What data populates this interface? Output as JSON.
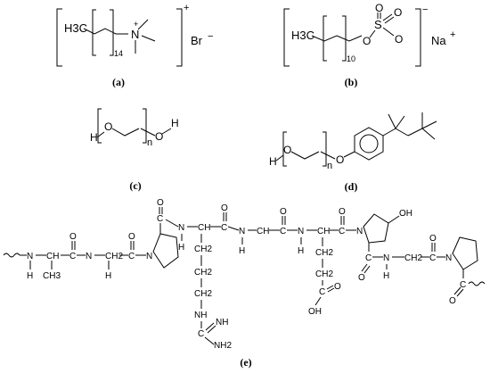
{
  "panels": {
    "a": {
      "label": "(a)",
      "ch3": "H3C",
      "repeat": "14",
      "nitrogen": "N",
      "nplus": "+",
      "outer_plus": "+",
      "counterion": "Br",
      "counter_charge": "−"
    },
    "b": {
      "label": "(b)",
      "ch3": "H3C",
      "repeat": "10",
      "o_link": "O",
      "sulfur": "S",
      "o_top1": "O",
      "o_top2": "O",
      "o_minus": "O",
      "charge": "−",
      "counterion": "Na",
      "counter_charge": "+"
    },
    "c": {
      "label": "(c)",
      "h_left": "H",
      "o_left": "O",
      "n": "n",
      "o_right": "O",
      "h_right": "H"
    },
    "d": {
      "label": "(d)",
      "h_left": "H",
      "o_left": "O",
      "n": "n",
      "o_right": "O"
    },
    "e": {
      "label": "(e)",
      "atoms": {
        "n1": "N",
        "h1": "H",
        "ch1": "CH",
        "ch3_1": "CH3",
        "o1": "O",
        "c1": "C",
        "n2": "N",
        "h2": "H",
        "ch2a": "CH2",
        "o2": "O",
        "c2": "C",
        "n3": "N",
        "o3": "O",
        "c3": "C",
        "n4": "N",
        "h4": "H",
        "ch4": "CH",
        "side1": "CH2",
        "side2": "CH2",
        "side3": "CH2",
        "nh5": "NH",
        "c_guan": "C",
        "nh_top": "NH",
        "nh2": "NH2",
        "o4": "O",
        "c4": "C",
        "n5": "N",
        "h5": "H",
        "ch5": "CH",
        "o5": "O",
        "c5": "C",
        "n6": "N",
        "h6": "H",
        "ch6": "CH",
        "glu1": "CH2",
        "glu2": "CH2",
        "glu_c": "C",
        "glu_o": "O",
        "glu_oh": "OH",
        "o6": "O",
        "c6": "C",
        "n7": "N",
        "oh_hyp": "OH",
        "c7": "C",
        "o7": "O",
        "n8": "N",
        "h8": "H",
        "ch8": "CH2",
        "o8": "O",
        "c8": "C",
        "n9": "N",
        "c9": "C",
        "o9": "O"
      }
    }
  }
}
